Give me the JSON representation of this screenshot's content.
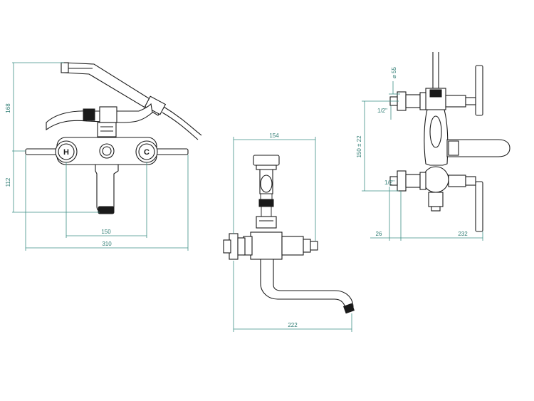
{
  "front_view": {
    "dim_height_top": "168",
    "dim_height_bottom": "112",
    "dim_inlet_spacing": "150",
    "dim_total_width": "310",
    "handle_hot_letter": "H",
    "handle_cold_letter": "C"
  },
  "side_view": {
    "dim_width": "154",
    "dim_spout_reach": "222"
  },
  "wall_view": {
    "dim_diameter": "⌀ 55",
    "dim_thread_top": "1/2\"",
    "dim_thread_bottom": "1/2\"",
    "dim_center_distance": "150 ± 22",
    "dim_offset": "26",
    "dim_depth": "232"
  },
  "colors": {
    "dimension": "#3d8f86",
    "outline": "#1a1a1a"
  }
}
